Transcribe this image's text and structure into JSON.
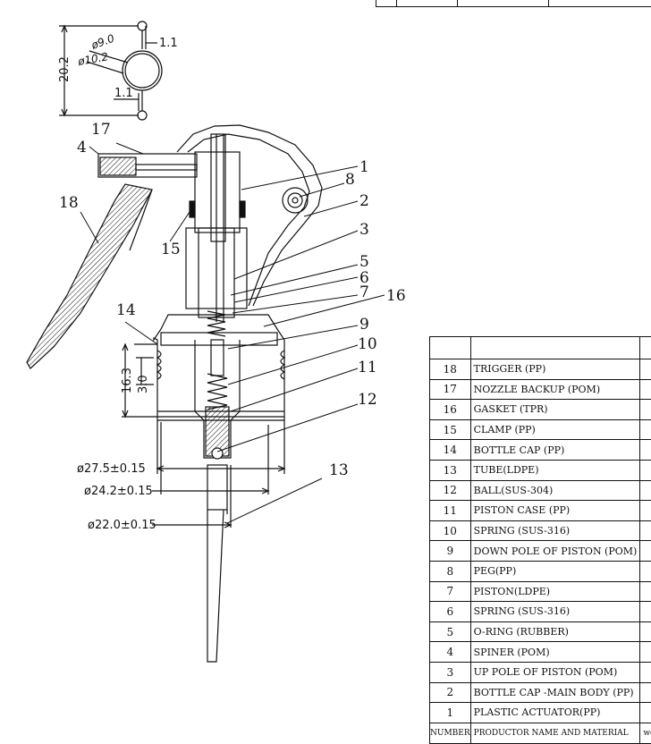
{
  "parts": [
    {
      "num": "18",
      "name": "TRIGGER  (PP)"
    },
    {
      "num": "17",
      "name": "NOZZLE BACKUP  (POM)"
    },
    {
      "num": "16",
      "name": "GASKET  (TPR)"
    },
    {
      "num": "15",
      "name": "CLAMP (PP)"
    },
    {
      "num": "14",
      "name": "BOTTLE CAP  (PP)"
    },
    {
      "num": "13",
      "name": "TUBE(LDPE)"
    },
    {
      "num": "12",
      "name": " BALL(SUS-304)"
    },
    {
      "num": "11",
      "name": "PISTON CASE (PP)"
    },
    {
      "num": "10",
      "name": "SPRING (SUS-316)"
    },
    {
      "num": "9",
      "name": "DOWN POLE OF PISTON (POM)"
    },
    {
      "num": "8",
      "name": "PEG(PP)"
    },
    {
      "num": "7",
      "name": "PISTON(LDPE)"
    },
    {
      "num": "6",
      "name": "SPRING (SUS-316)"
    },
    {
      "num": "5",
      "name": "O-RING (RUBBER)"
    },
    {
      "num": "4",
      "name": "SPINER (POM)"
    },
    {
      "num": "3",
      "name": " UP POLE OF PISTON (POM)"
    },
    {
      "num": "2",
      "name": "BOTTLE CAP -MAIN BODY (PP)"
    },
    {
      "num": "1",
      "name": "PLASTIC ACTUATOR(PP)"
    }
  ],
  "table_header": {
    "number": "NUMBER",
    "name": "PRODUCTOR NAME AND MATERIAL",
    "weight": "weight"
  },
  "dimensions": {
    "height_20_2": "20.2",
    "dia_9_0": "ø9.0",
    "dia_10_2": "ø10.2",
    "wall_top": "1.1",
    "wall_bottom": "1.1",
    "cap_16_3": "16.3",
    "cap_3_0": "3.0",
    "dia_27_5": "ø27.5±0.15",
    "dia_24_2": "ø24.2±0.15",
    "dia_22_0": "ø22.0±0.15"
  },
  "callouts": {
    "c1": "1",
    "c2": "2",
    "c3": "3",
    "c4": "4",
    "c5": "5",
    "c6": "6",
    "c7": "7",
    "c8": "8",
    "c9": "9",
    "c10": "10",
    "c11": "11",
    "c12": "12",
    "c13": "13",
    "c14": "14",
    "c15": "15",
    "c16": "16",
    "c17": "17",
    "c18": "18"
  }
}
